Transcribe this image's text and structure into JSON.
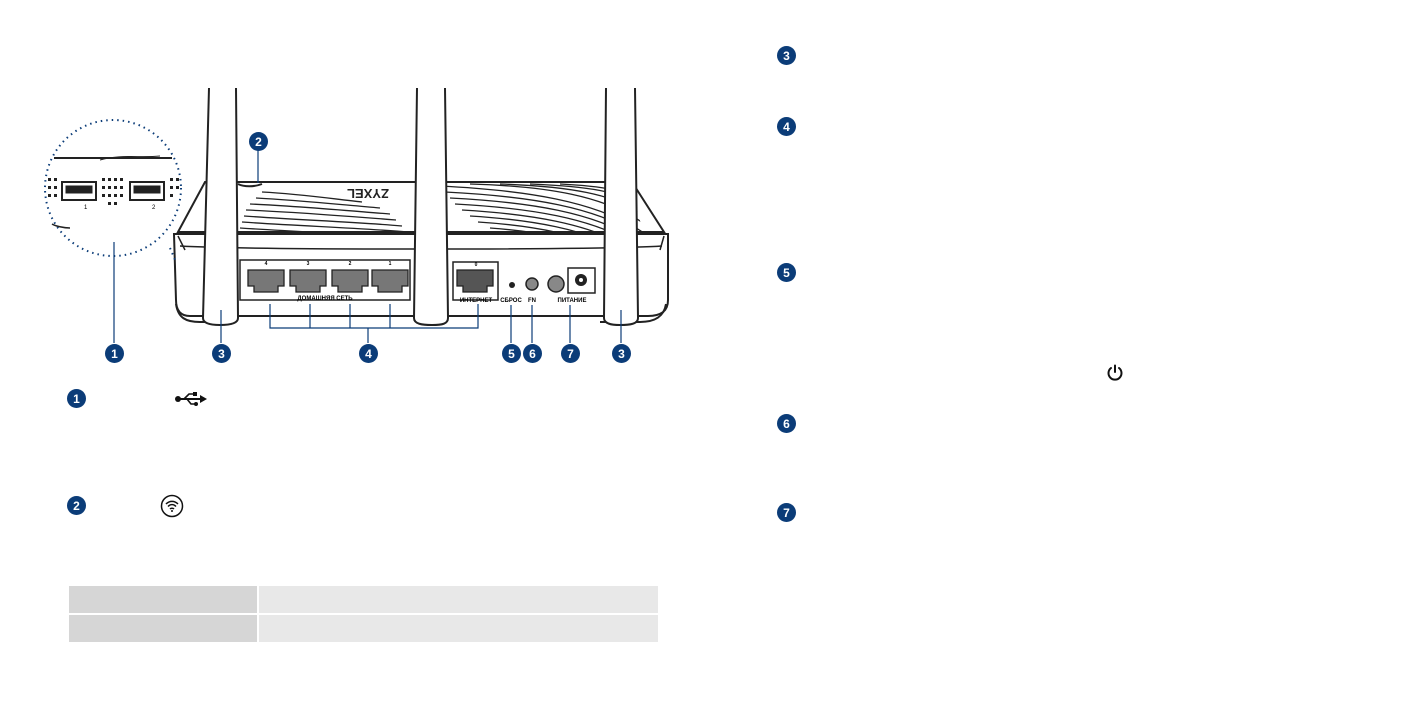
{
  "illustration": {
    "brand": "ZYXEL",
    "lan_label": "ДОМАШНЯЯ СЕТЬ",
    "wan_label": "ИНТЕРНЕТ",
    "reset_label": "СБРОС",
    "fn_label": "FN",
    "power_label": "ПИТАНИЕ",
    "lan_port_numbers": [
      "4",
      "3",
      "2",
      "1"
    ],
    "wan_port_number": "0",
    "usb_port_numbers": [
      "1",
      "2"
    ],
    "callouts": [
      "1",
      "3",
      "4",
      "5",
      "6",
      "7",
      "3"
    ],
    "top_callout": "2"
  },
  "legend_left": {
    "items": [
      {
        "number": "1",
        "icon": "usb-icon"
      },
      {
        "number": "2",
        "icon": "wifi-button-icon"
      }
    ]
  },
  "legend_right": {
    "items": [
      {
        "number": "3"
      },
      {
        "number": "4"
      },
      {
        "number": "5",
        "icon": "power-icon"
      },
      {
        "number": "6"
      },
      {
        "number": "7"
      }
    ]
  },
  "table": {
    "rows": [
      {
        "c1": "",
        "c2": ""
      },
      {
        "c1": "",
        "c2": ""
      }
    ]
  }
}
